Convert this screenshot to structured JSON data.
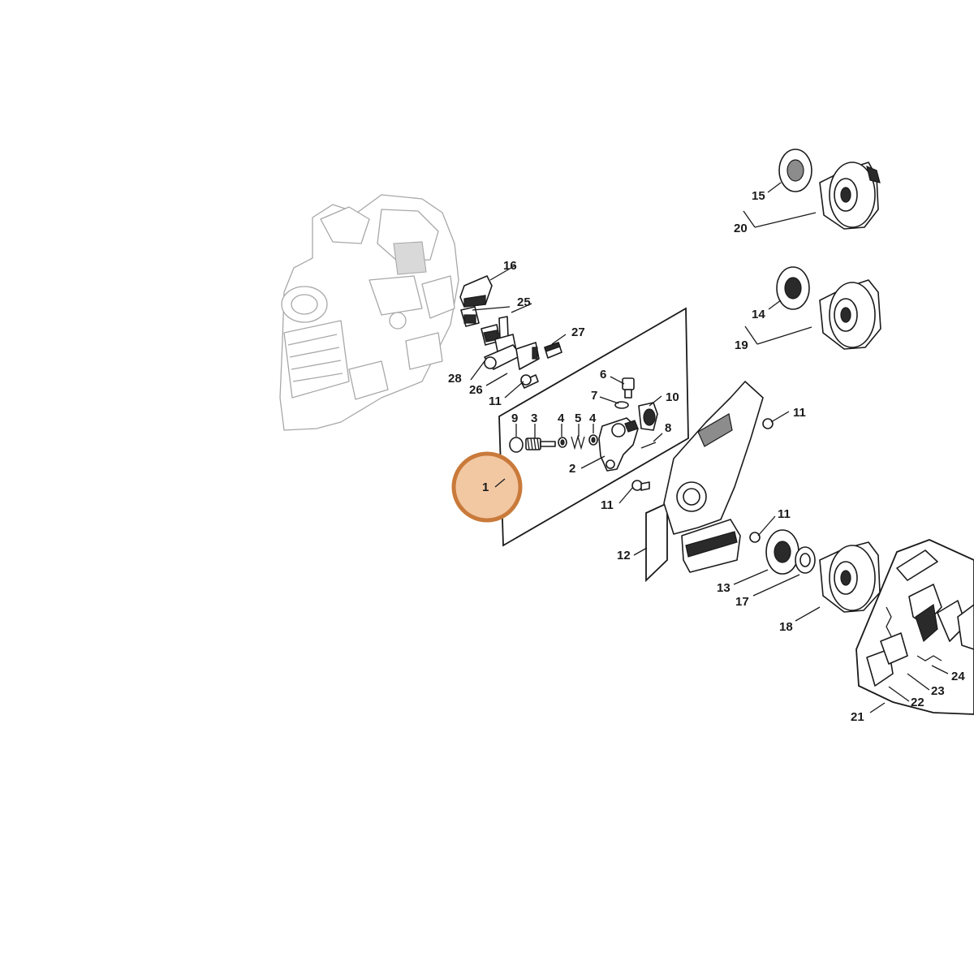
{
  "diagram": {
    "highlight_color": "#c97a3a",
    "highlight_fill": "#f2c8a3",
    "highlighted_part": "1",
    "callouts": [
      "1",
      "2",
      "3",
      "4",
      "5",
      "6",
      "7",
      "8",
      "9",
      "10",
      "11",
      "12",
      "13",
      "14",
      "15",
      "16",
      "17",
      "18",
      "19",
      "20",
      "21",
      "22",
      "23",
      "24",
      "25",
      "26",
      "27",
      "28"
    ],
    "callout_11_repeats": 4
  }
}
